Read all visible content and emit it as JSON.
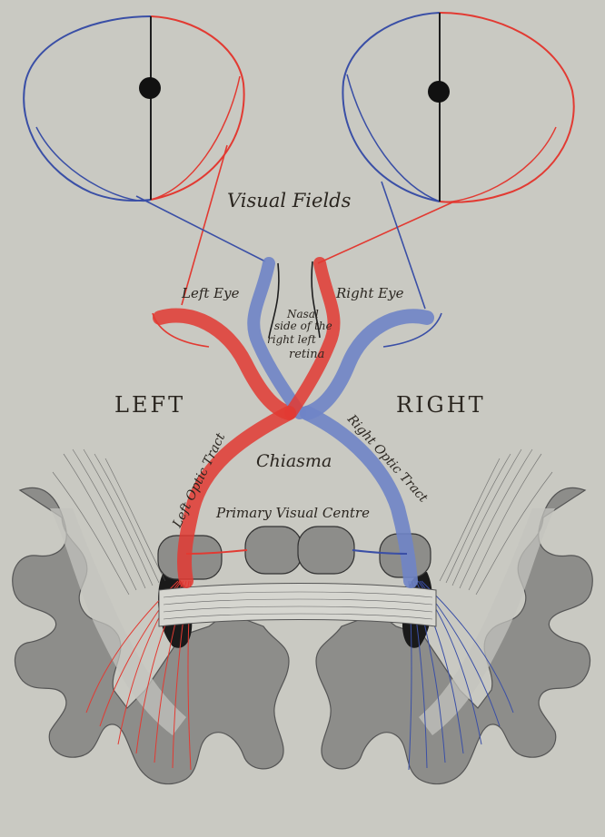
{
  "labels": {
    "visual_fields": "Visual Fields",
    "left_eye": "Left Eye",
    "right_eye": "Right Eye",
    "nasal_side": "Nasal",
    "nasal_of_the": "side of the",
    "nasal_right_left": "right   left",
    "nasal_retina": "retina",
    "left": "LEFT",
    "right": "RIGHT",
    "left_optic_tract": "Left Optic Tract",
    "right_optic_tract": "Right Optic Tract",
    "chiasma": "Chiasma",
    "primary_visual_centre": "Primary Visual Centre"
  },
  "colors": {
    "background": "#c9c9c2",
    "red_pathway": "#e23a32",
    "blue_pathway": "#3a4fa6",
    "brain_gray": "#8d8d8a",
    "ink": "#1e1e1e"
  }
}
